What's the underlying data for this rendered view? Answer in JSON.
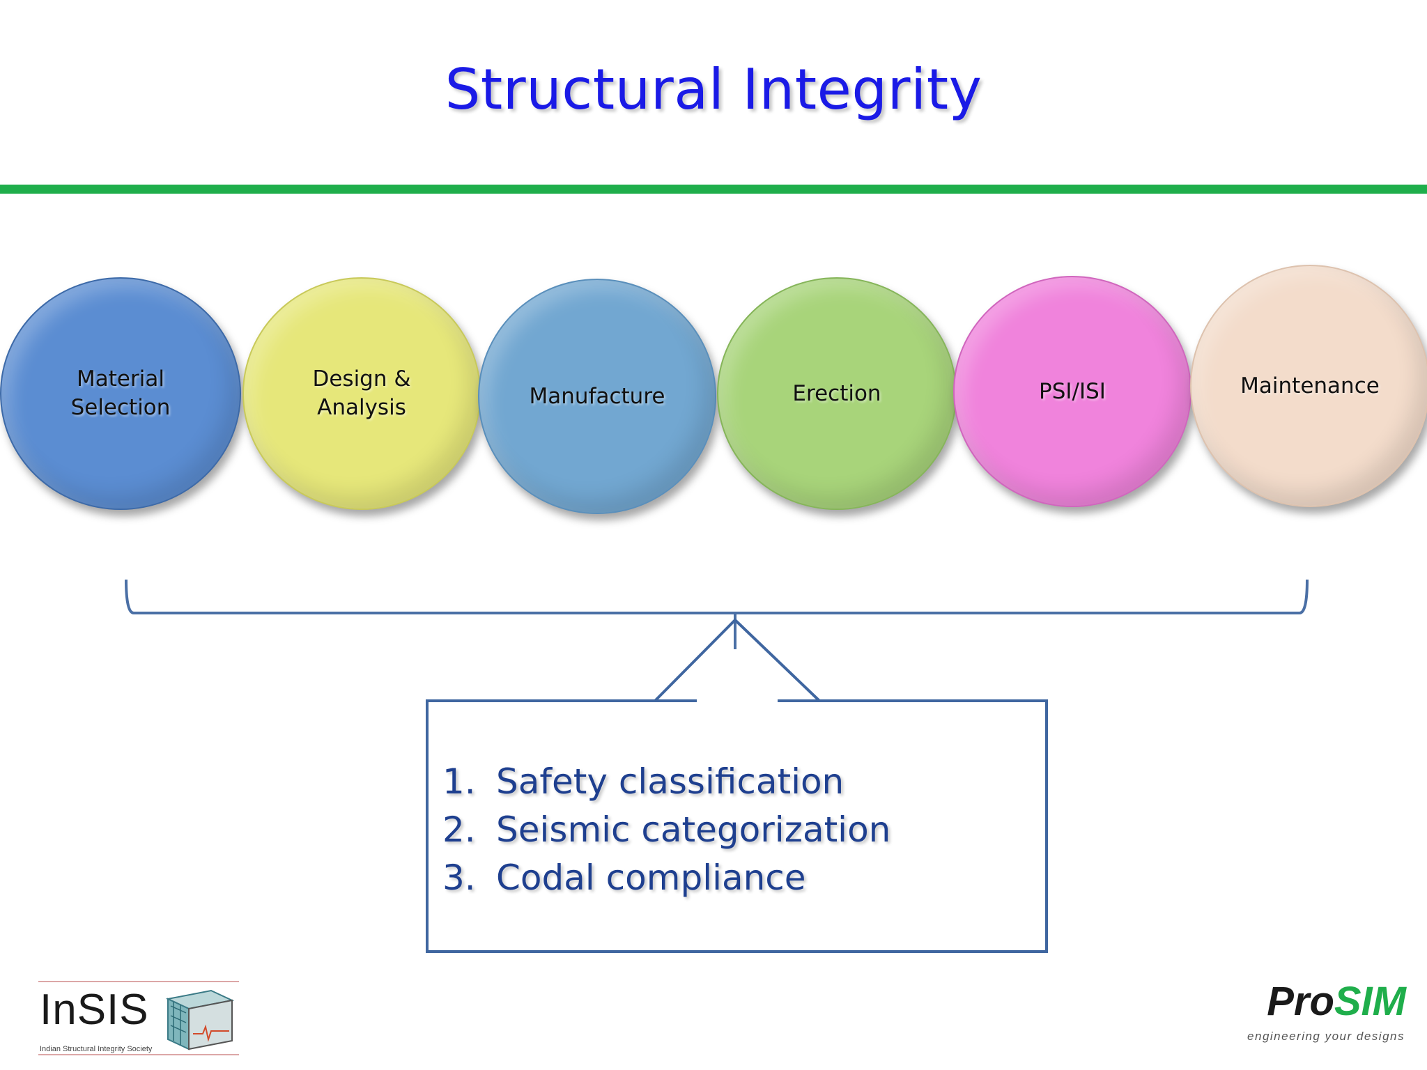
{
  "slide": {
    "title": "Structural Integrity"
  },
  "stages": [
    {
      "label": "Material\nSelection",
      "color": "#5b8dd2"
    },
    {
      "label": "Design &\nAnalysis",
      "color": "#e6e77a"
    },
    {
      "label": "Manufacture",
      "color": "#72a7d1"
    },
    {
      "label": "Erection",
      "color": "#a8d47a"
    },
    {
      "label": "PSI/ISI",
      "color": "#f083dc"
    },
    {
      "label": "Maintenance",
      "color": "#f3dccb"
    }
  ],
  "callout": {
    "items": [
      {
        "num": "1.",
        "text": "Safety classification"
      },
      {
        "num": "2.",
        "text": "Seismic categorization"
      },
      {
        "num": "3.",
        "text": "Codal compliance"
      }
    ]
  },
  "logos": {
    "left": {
      "name": "InSIS",
      "subtitle": "Indian Structural Integrity Society"
    },
    "right": {
      "name_a": "Pro",
      "name_b": "SIM",
      "tagline": "engineering your designs"
    }
  },
  "colors": {
    "title": "#1a1ae6",
    "rule": "#1fae4b",
    "connector": "#4a6fa5",
    "list_text": "#1e3f8f"
  }
}
